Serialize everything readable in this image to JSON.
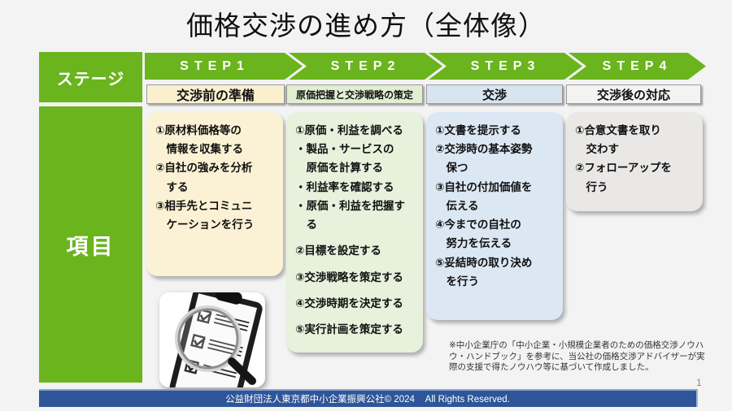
{
  "title": "価格交渉の進め方（全体像）",
  "page_number": "1",
  "sidebar": {
    "stage_label": "ステージ",
    "item_label": "項目"
  },
  "colors": {
    "green": "#6ab41e",
    "footer_blue": "#2e5597"
  },
  "steps": [
    {
      "arrow": "STEP1",
      "label": "交渉前の準備",
      "colors": {
        "label_bg": "#faf0d0",
        "box_bg": "#fbf2d5"
      },
      "paragraphs": [
        [
          "①原材料価格等の",
          "　情報を収集する",
          "②自社の強みを分析",
          "　する",
          "③相手先とコミュニ",
          "　ケーションを行う"
        ]
      ]
    },
    {
      "arrow": "STEP2",
      "label": "原価把握と交渉戦略の策定",
      "colors": {
        "label_bg": "#e2eed2",
        "box_bg": "#e7f1dc"
      },
      "paragraphs": [
        [
          "①原価・利益を調べる",
          "・製品・サービスの",
          "　原価を計算する",
          "・利益率を確認する",
          "・原価・利益を把握す",
          "　る"
        ],
        [
          "②目標を設定する"
        ],
        [
          "③交渉戦略を策定する"
        ],
        [
          "④交渉時期を決定する"
        ],
        [
          "⑤実行計画を策定する"
        ]
      ]
    },
    {
      "arrow": "STEP3",
      "label": "交渉",
      "colors": {
        "label_bg": "#d8e5f1",
        "box_bg": "#dbe8f4"
      },
      "paragraphs": [
        [
          "①文書を提示する",
          "②交渉時の基本姿勢",
          "　保つ",
          "③自社の付加価値を",
          "　伝える",
          "④今までの自社の",
          "　努力を伝える",
          "⑤妥結時の取り決め",
          "　を行う"
        ]
      ]
    },
    {
      "arrow": "STEP4",
      "label": "交渉後の対応",
      "colors": {
        "label_bg": "#f4f3f1",
        "box_bg": "#e9e8e7"
      },
      "paragraphs": [
        [
          "①合意文書を取り",
          "　交わす",
          "②フォローアップを",
          "　行う"
        ]
      ]
    }
  ],
  "illustration": {
    "name": "checklist-with-magnifier"
  },
  "note_lines": [
    "※中小企業庁の「中小企業・小規模企業者のための価格交渉ノウハ",
    "ウ・ハンドブック」を参考に、当公社の価格交渉アドバイザーが実",
    "際の支援で得たノウハウ等に基づいて作成しました。"
  ],
  "footer": {
    "text": "公益財団法人東京都中小企業振興公社© 2024    All Rights Reserved."
  }
}
